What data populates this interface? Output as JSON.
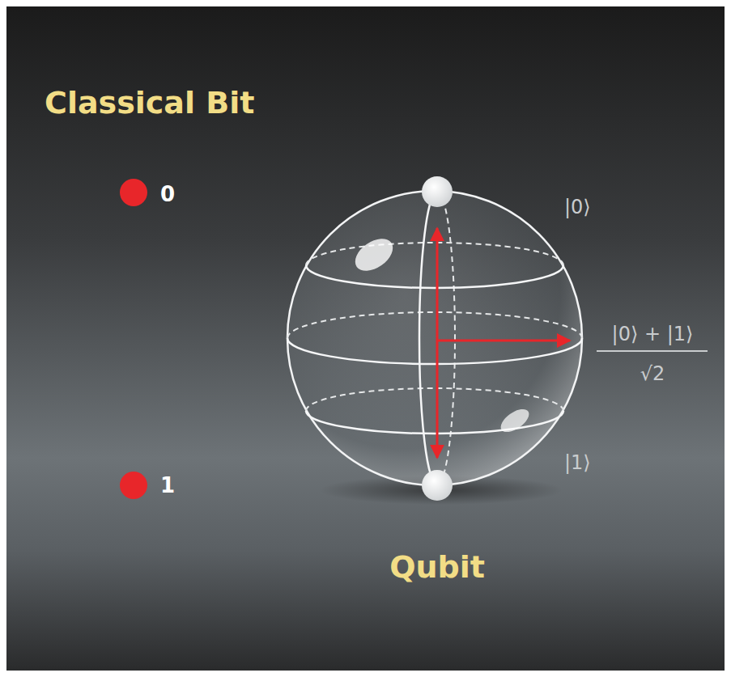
{
  "diagram": {
    "labels": [
      "Classical Bit",
      "0",
      "1",
      "|0⟩",
      "|0⟩ + |1⟩",
      "√2",
      "|1⟩",
      "Qubit"
    ]
  }
}
